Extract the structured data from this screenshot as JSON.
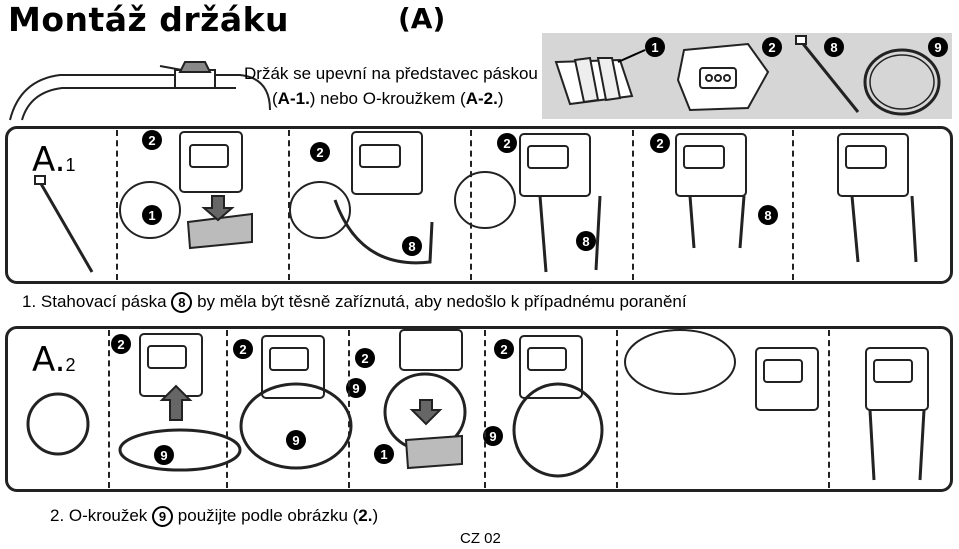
{
  "header": {
    "title": "Montáž držáku",
    "section": "(A)"
  },
  "intro": {
    "line1": "Držák se upevní na představec páskou",
    "line2_pre": "(",
    "line2_a1": "A-1.",
    "line2_mid": ") nebo O-kroužkem (",
    "line2_a2": "A-2.",
    "line2_post": ")"
  },
  "parts": {
    "items": [
      {
        "num": "1",
        "icon": "rubber-pads-icon"
      },
      {
        "num": "2",
        "icon": "holder-icon"
      },
      {
        "num": "8",
        "icon": "cable-tie-icon"
      },
      {
        "num": "9",
        "icon": "o-ring-icon"
      }
    ]
  },
  "panel_a1": {
    "label": "A.",
    "label_sub": "1",
    "note_pre": "1. Stahovací páska",
    "note_num": "8",
    "note_post": "by měla být těsně zaříznutá, aby nedošlo k případnému poranění",
    "step_callouts": [
      [
        "2",
        "1"
      ],
      [
        "2",
        "8"
      ],
      [
        "2",
        "8"
      ],
      [
        "2",
        "8"
      ],
      []
    ]
  },
  "panel_a2": {
    "label": "A.",
    "label_sub": "2",
    "note_pre": "2. O-kroužek",
    "note_num": "9",
    "note_mid": "použijte podle obrázku (",
    "note_bold": "2.",
    "note_post": ")",
    "step_callouts": [
      [
        "2",
        "9"
      ],
      [
        "2",
        "9"
      ],
      [
        "2",
        "9",
        "1"
      ],
      [
        "2",
        "9"
      ],
      [],
      []
    ]
  },
  "footer": {
    "page": "CZ 02"
  }
}
